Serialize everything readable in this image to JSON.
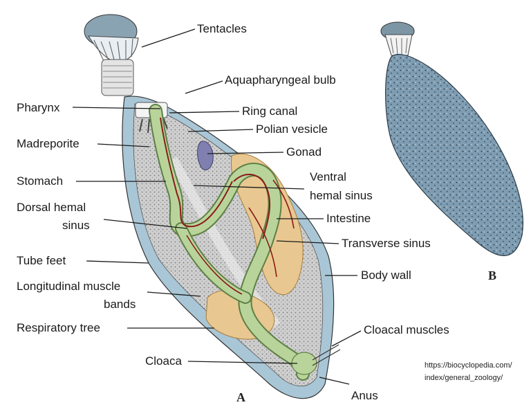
{
  "labels": {
    "tentacles": "Tentacles",
    "aquapharyngeal_bulb": "Aquapharyngeal bulb",
    "pharynx": "Pharynx",
    "ring_canal": "Ring canal",
    "polian_vesicle": "Polian vesicle",
    "madreporite": "Madreporite",
    "gonad": "Gonad",
    "stomach": "Stomach",
    "ventral_hemal_sinus_1": "Ventral",
    "ventral_hemal_sinus_2": "hemal sinus",
    "dorsal_hemal_sinus_1": "Dorsal hemal",
    "dorsal_hemal_sinus_2": "sinus",
    "intestine": "Intestine",
    "transverse_sinus": "Transverse sinus",
    "tube_feet": "Tube feet",
    "body_wall": "Body wall",
    "longitudinal_muscle_bands_1": "Longitudinal muscle",
    "longitudinal_muscle_bands_2": "bands",
    "respiratory_tree": "Respiratory tree",
    "cloacal_muscles": "Cloacal muscles",
    "cloaca": "Cloaca",
    "anus": "Anus"
  },
  "figure_labels": {
    "a": "A",
    "b": "B"
  },
  "source": {
    "line1": "https://biocyclopedia.com/",
    "line2": "index/general_zoology/"
  },
  "colors": {
    "body_wall": "#a9c6d6",
    "body_cavity": "#d2d2d2",
    "gut": "#b9d49a",
    "gonad_tissue": "#e8c890",
    "hemal_sinus": "#8b1a1a",
    "polian": "#7f7fb0",
    "whole_body": "#6f8ea3"
  }
}
